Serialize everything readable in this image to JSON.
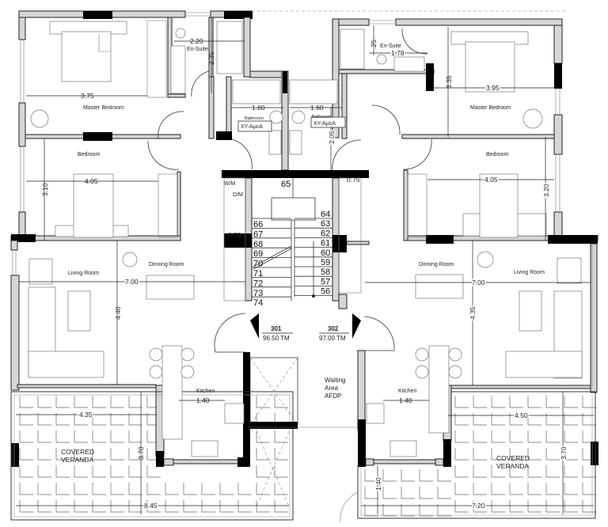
{
  "left_unit": {
    "number": "301",
    "level": "96.50 TM",
    "en_suite": "En-Suite",
    "en_suite_width": "2.20",
    "en_suite_depth": "2.35",
    "master_bedroom": "Master Bedroom",
    "master_bedroom_width": "3.75",
    "bathroom": "Bathroom",
    "bathroom_width": "1.60",
    "bathroom_tag": "XY-AμcA",
    "bedroom": "Bedroom",
    "bedroom_width": "4.05",
    "bedroom_depth": "3.10",
    "living_room": "Living Room",
    "dining_room": "Dinning Room",
    "living_width": "7.00",
    "living_depth": "4.40",
    "kitchen": "Kitchen",
    "kitchen_width": "1.40",
    "veranda_line1": "COVERED",
    "veranda_line2": "VERANDA",
    "veranda_width": "4.35",
    "veranda_depth": "3.70",
    "veranda_total": "8.45"
  },
  "right_unit": {
    "number": "302",
    "level": "97.00 TM",
    "en_suite": "En-Suite",
    "en_suite_width": "1.78",
    "en_suite_depth": ".25",
    "master_bedroom": "Master Bedroom",
    "master_bedroom_width": "3.95",
    "master_bedroom_depth": "3.35",
    "bathroom": "Bathroom",
    "bathroom_width": "1.60",
    "bathroom_tag": "XY-AμcA",
    "corridor_depth": "2.05",
    "bedroom": "Bedroom",
    "bedroom_width": "4.05",
    "bedroom_depth": "3.20",
    "living_room": "Living Room",
    "dining_room": "Dinning Room",
    "living_width": "7.00",
    "living_depth": "4.35",
    "kitchen": "Kitchen",
    "kitchen_width": "1.40",
    "veranda_line1": "COVERED",
    "veranda_line2": "VERANDA",
    "veranda_width": "4.50",
    "veranda_depth": "3.70",
    "veranda_side": "1.40",
    "veranda_total": "7.20"
  },
  "core": {
    "landing": "65",
    "stairs_left": [
      "66",
      "67",
      "68",
      "69",
      "70",
      "71",
      "72",
      "73",
      "74"
    ],
    "stairs_right": [
      "64",
      "63",
      "62",
      "61",
      "60",
      "59",
      "58",
      "57",
      "56"
    ],
    "wm": "W/M",
    "dm": "D/M",
    "left_niche_width": "0.70",
    "right_niche_width": "0.75",
    "waiting": [
      "Waiting",
      "Area",
      "AFDP"
    ]
  }
}
